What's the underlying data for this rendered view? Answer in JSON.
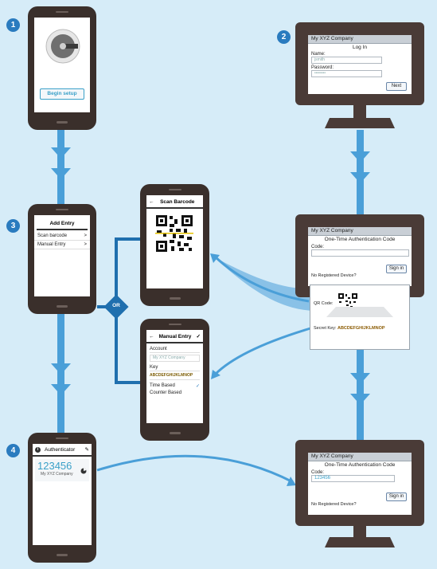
{
  "colors": {
    "background": "#d6ecf8",
    "device": "#3a2f2b",
    "monitor": "#4a3b37",
    "arrow": "#4a9fd8",
    "badge": "#2a7bbf",
    "accent": "#3aa0c8"
  },
  "steps": [
    "1",
    "2",
    "3",
    "4"
  ],
  "phone1": {
    "button": "Begin setup"
  },
  "monitor_login": {
    "window_title": "My XYZ Company",
    "heading": "Log In",
    "name_label": "Name:",
    "name_value": "jsmith",
    "password_label": "Password:",
    "password_value": "••••••••",
    "next_button": "Next"
  },
  "phone_add_entry": {
    "title": "Add Entry",
    "items": [
      {
        "label": "Scan barcode",
        "chevron": ">"
      },
      {
        "label": "Manual Entry",
        "chevron": ">"
      }
    ]
  },
  "or_label": "OR",
  "phone_scan": {
    "back": "←",
    "title": "Scan Barcode"
  },
  "phone_manual": {
    "back": "←",
    "title": "Manual Entry",
    "check": "✓",
    "account_label": "Account",
    "account_placeholder": "My XYZ Company",
    "key_label": "Key",
    "key_value": "ABCDEFGHIJKLMNOP",
    "time_based": "Time Based",
    "time_check": "✓",
    "counter_based": "Counter Based"
  },
  "monitor_otp": {
    "window_title": "My XYZ Company",
    "heading": "One-Time Authentication Code",
    "code_label": "Code:",
    "signin_button": "Sign in",
    "no_device": "No Registered Device?",
    "qr_label": "QR Code:",
    "secret_label": "Secret Key:",
    "secret_value": "ABCDEFGHIJKLMNOP"
  },
  "phone_auth": {
    "info": "i",
    "title": "Authenticator",
    "edit": "✎",
    "code": "123456",
    "account": "My XYZ Company"
  },
  "monitor_final": {
    "window_title": "My XYZ Company",
    "heading": "One-Time Authentication Code",
    "code_label": "Code:",
    "code_value": "123456",
    "signin_button": "Sign in",
    "no_device": "No Registered Device?"
  }
}
